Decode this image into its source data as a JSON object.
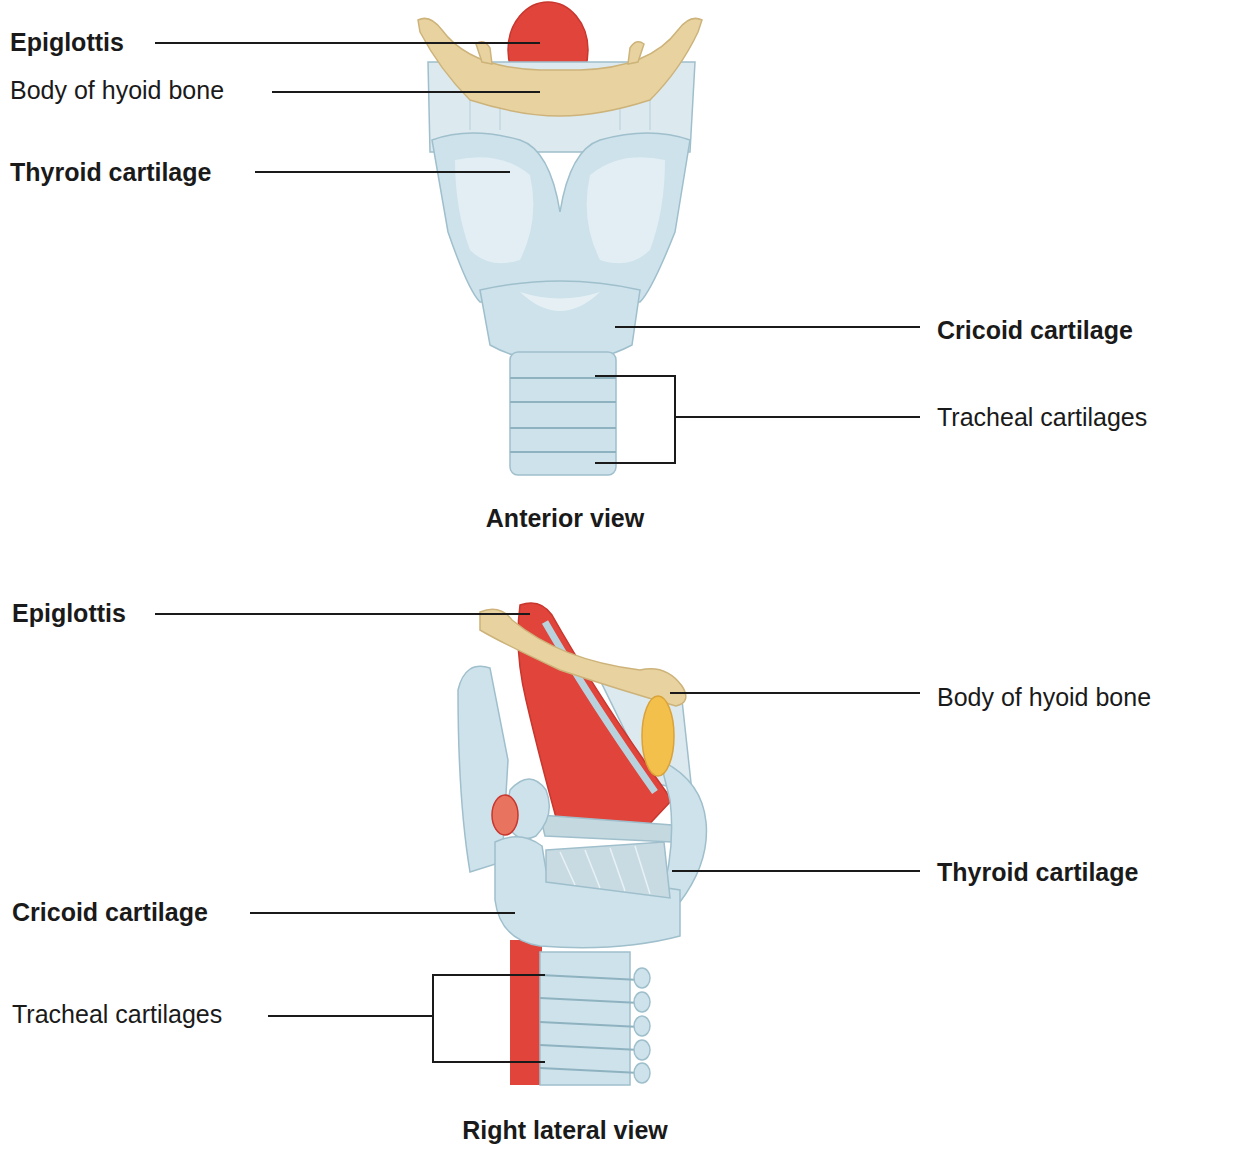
{
  "diagram": {
    "labels": [
      "Epiglottis",
      "Body of hyoid bone",
      "Thyroid cartilage",
      "Cricoid cartilage",
      "Tracheal cartilages",
      "Anterior view",
      "Epiglottis",
      "Body of hyoid bone",
      "Thyroid cartilage",
      "Cricoid cartilage",
      "Tracheal cartilages",
      "Right lateral view"
    ]
  }
}
